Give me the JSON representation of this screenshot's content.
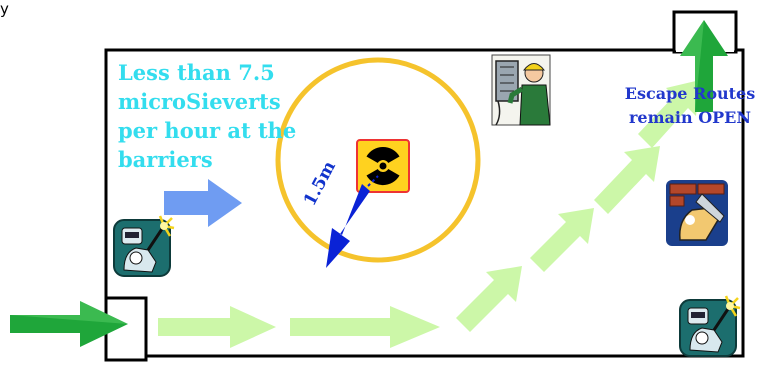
{
  "title_label": "y",
  "barrier_text": "Less than 7.5 microSieverts per hour at the barriers",
  "escape_text": "Escape Routes remain OPEN",
  "distance_label": "1.5m",
  "colors": {
    "room_outline": "#000000",
    "exclusion_ring": "#f5c32c",
    "route_arrow": "#ccf7a8",
    "entry_arrow": "#1fa63a",
    "exit_arrow": "#1fa63a",
    "radius_arrow": "#0a22d6",
    "barrier_arrow": "#6f9cf2",
    "barrier_text": "#33ddee",
    "escape_text": "#2238cc",
    "hazard_fill": "#ffd21f",
    "hazard_border": "#ee3333"
  },
  "icons": {
    "hazard": "radiation-trefoil-icon",
    "electrician": "electrician-at-panel-icon",
    "welder_left": "welder-icon",
    "welder_right": "welder-icon",
    "bricklayer": "bricklayer-trowel-icon"
  }
}
